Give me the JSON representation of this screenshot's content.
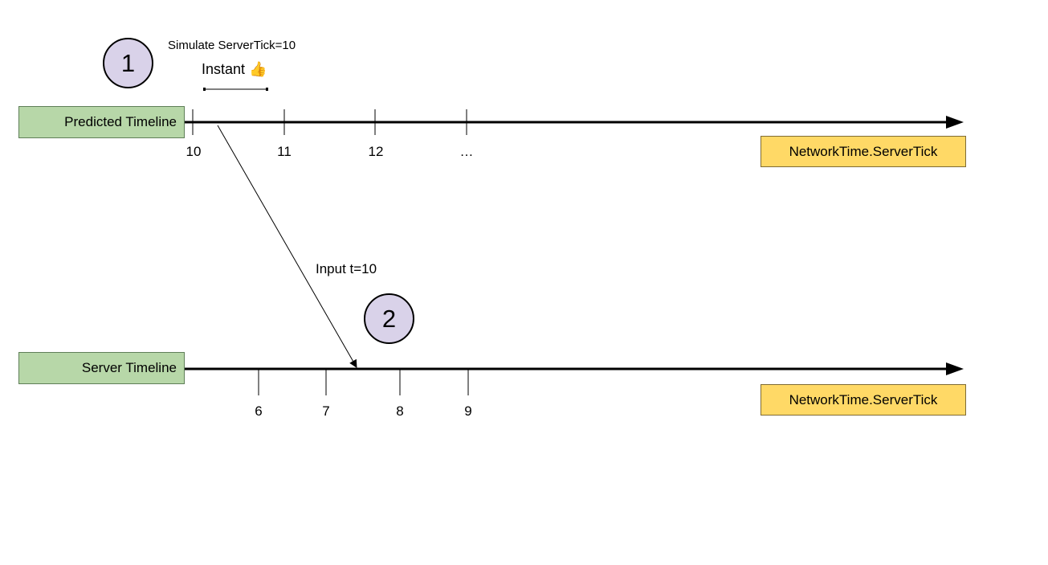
{
  "predicted_timeline": {
    "label": "Predicted Timeline",
    "ticks": [
      "10",
      "11",
      "12",
      "…"
    ],
    "time_source": "NetworkTime.ServerTick"
  },
  "server_timeline": {
    "label": "Server Timeline",
    "ticks": [
      "6",
      "7",
      "8",
      "9"
    ],
    "time_source": "NetworkTime.ServerTick"
  },
  "steps": [
    "1",
    "2"
  ],
  "annotations": {
    "simulate": "Simulate ServerTick=10",
    "instant": "Instant 👍",
    "input": "Input t=10"
  },
  "colors": {
    "timeline_box": "#b7d7a8",
    "tick_box": "#ffd966",
    "step_circle": "#d9d2e9"
  }
}
